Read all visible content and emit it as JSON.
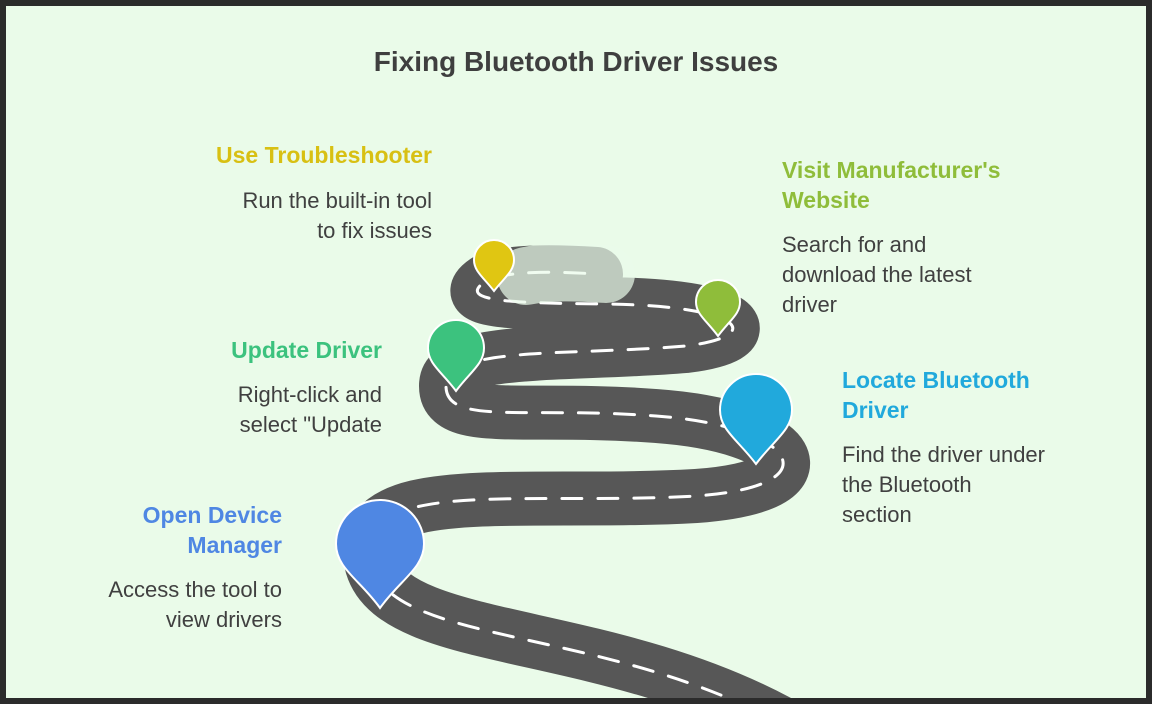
{
  "title": "Fixing Bluetooth Driver Issues",
  "steps": [
    {
      "title": "Open Device Manager",
      "title_lines": [
        "Open Device",
        "Manager"
      ],
      "description": "Access the tool to view drivers",
      "desc_lines": [
        "Access the tool to",
        "view drivers"
      ],
      "color": "#4f87e3"
    },
    {
      "title": "Locate Bluetooth Driver",
      "title_lines": [
        "Locate Bluetooth",
        "Driver"
      ],
      "description": "Find the driver under the Bluetooth section",
      "desc_lines": [
        "Find the driver under",
        "the Bluetooth",
        "section"
      ],
      "color": "#21a9dc"
    },
    {
      "title": "Update Driver",
      "title_lines": [
        "Update Driver"
      ],
      "description": "Right-click and select \"Update",
      "desc_lines": [
        "Right-click and",
        "select \"Update"
      ],
      "color": "#3cc27e"
    },
    {
      "title": "Visit Manufacturer's Website",
      "title_lines": [
        "Visit Manufacturer's",
        "Website"
      ],
      "description": "Search for and download the latest driver",
      "desc_lines": [
        "Search for and",
        "download the latest",
        "driver"
      ],
      "color": "#8fbd3a"
    },
    {
      "title": "Use Troubleshooter",
      "title_lines": [
        "Use Troubleshooter"
      ],
      "description": "Run the built-in tool to fix issues",
      "desc_lines": [
        "Run the built-in tool",
        "to fix issues"
      ],
      "color": "#e0c612"
    }
  ],
  "road_color": "#575757",
  "dash_color": "#ffffff"
}
